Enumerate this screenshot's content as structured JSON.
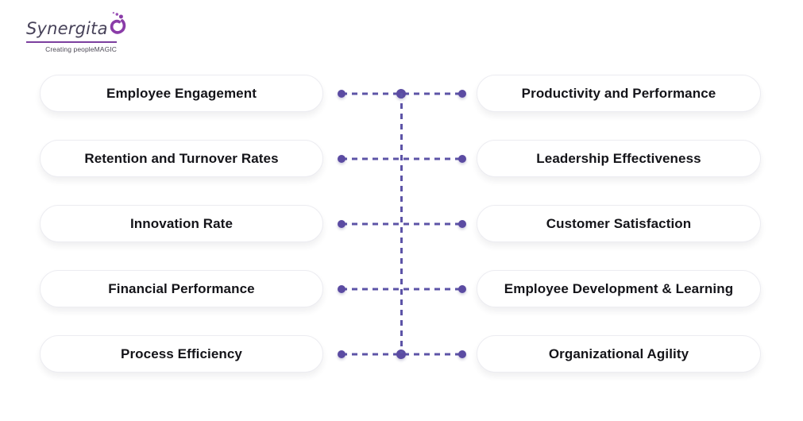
{
  "logo": {
    "wordmark": "Synergita",
    "tagline": "Creating peopleMAGIC"
  },
  "rows": [
    {
      "left": "Employee Engagement",
      "right": "Productivity and Performance"
    },
    {
      "left": "Retention and Turnover Rates",
      "right": "Leadership Effectiveness"
    },
    {
      "left": "Innovation Rate",
      "right": "Customer Satisfaction"
    },
    {
      "left": "Financial Performance",
      "right": "Employee Development & Learning"
    },
    {
      "left": "Process Efficiency",
      "right": "Organizational Agility"
    }
  ],
  "colors": {
    "background": "#ffffff",
    "box_border": "#ececf1",
    "box_text": "#141419",
    "connector_dot": "#5b4ba2",
    "connector_dash": "#5d54a7",
    "logo_text": "#474259",
    "logo_purple": "#7c3f9f"
  }
}
